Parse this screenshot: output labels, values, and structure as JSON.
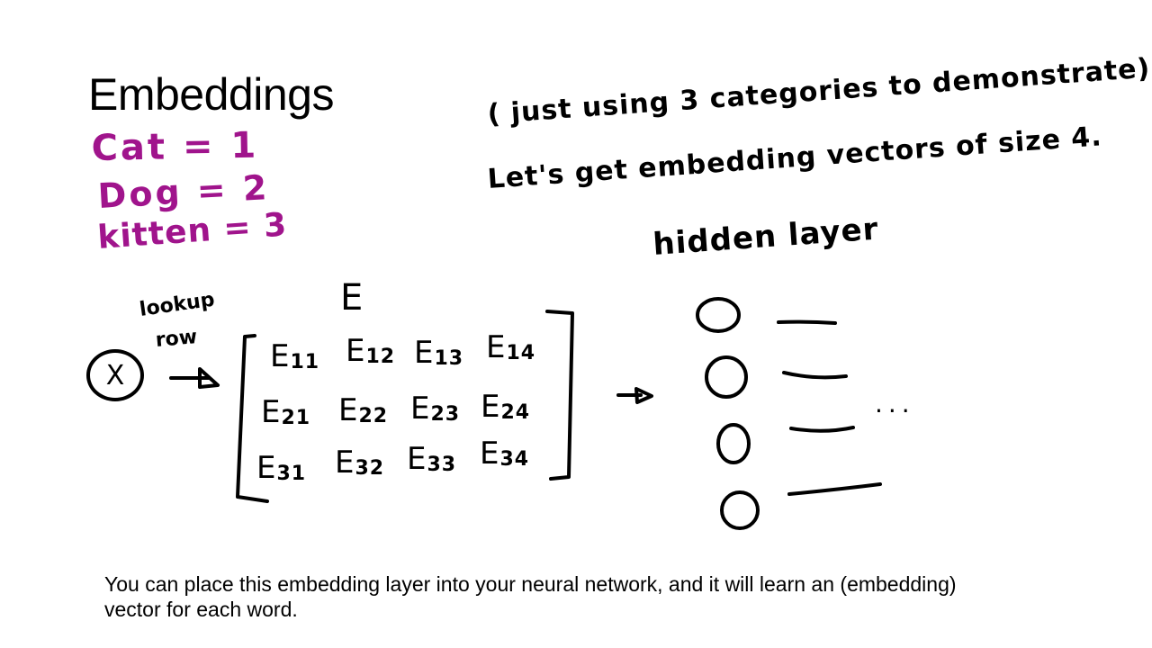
{
  "slide": {
    "title": "Embeddings",
    "categories": [
      {
        "name": "Cat",
        "text": "Cat = 1",
        "index": 1
      },
      {
        "name": "Dog",
        "text": "Dog = 2",
        "index": 2
      },
      {
        "name": "kitten",
        "text": "kitten = 3",
        "index": 3
      }
    ],
    "notes": {
      "line1": "( just using 3 categories to demonstrate)",
      "line2": "Let's get embedding vectors of size 4."
    },
    "input_symbol": "X",
    "lookup_label": "lookup",
    "row_label": "row",
    "matrix": {
      "name": "E",
      "rows": [
        [
          "E",
          "11",
          "E",
          "12",
          "E",
          "13",
          "E",
          "14"
        ],
        [
          "E",
          "21",
          "E",
          "22",
          "E",
          "23",
          "E",
          "24"
        ],
        [
          "E",
          "31",
          "E",
          "32",
          "E",
          "33",
          "E",
          "34"
        ]
      ],
      "cells": {
        "r1": [
          "E11",
          "E12",
          "E13",
          "E14"
        ],
        "r2": [
          "E21",
          "E22",
          "E23",
          "E24"
        ],
        "r3": [
          "E31",
          "E32",
          "E33",
          "E34"
        ]
      }
    },
    "hidden_layer_label": "hidden layer",
    "hidden_nodes": 4,
    "ellipsis": "...",
    "footer": "You can place this embedding layer into your neural network, and it will learn an (embedding) vector for each word.",
    "colors": {
      "ink": "#000000",
      "accent": "#a0148c",
      "background": "#ffffff"
    }
  }
}
